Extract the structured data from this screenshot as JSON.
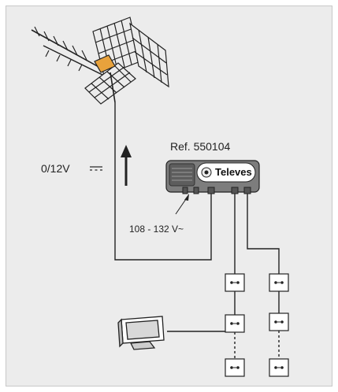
{
  "diagram": {
    "amplifier_ref": "Ref. 550104",
    "brand": "Televes",
    "supply_label": "0/12V",
    "mains_label": "108 - 132 V~"
  }
}
